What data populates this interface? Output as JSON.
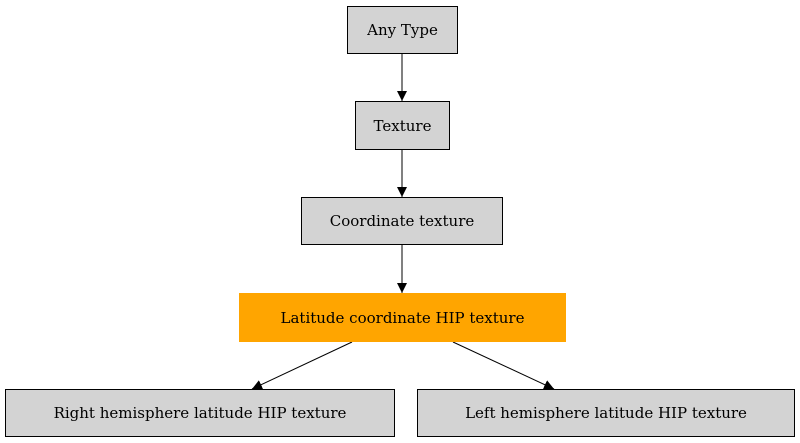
{
  "colors": {
    "node_fill": "#d3d3d3",
    "highlight_fill": "#ffa500",
    "border": "#000000",
    "edge": "#000000",
    "background": "#ffffff"
  },
  "nodes": {
    "any_type": {
      "label": "Any Type"
    },
    "texture": {
      "label": "Texture"
    },
    "coordinate_texture": {
      "label": "Coordinate texture"
    },
    "latitude_hip_texture": {
      "label": "Latitude coordinate HIP texture",
      "highlighted": true
    },
    "right_hemisphere": {
      "label": "Right hemisphere latitude HIP texture"
    },
    "left_hemisphere": {
      "label": "Left hemisphere latitude HIP texture"
    }
  },
  "edges": [
    {
      "from": "any_type",
      "to": "texture"
    },
    {
      "from": "texture",
      "to": "coordinate_texture"
    },
    {
      "from": "coordinate_texture",
      "to": "latitude_hip_texture"
    },
    {
      "from": "latitude_hip_texture",
      "to": "right_hemisphere"
    },
    {
      "from": "latitude_hip_texture",
      "to": "left_hemisphere"
    }
  ]
}
